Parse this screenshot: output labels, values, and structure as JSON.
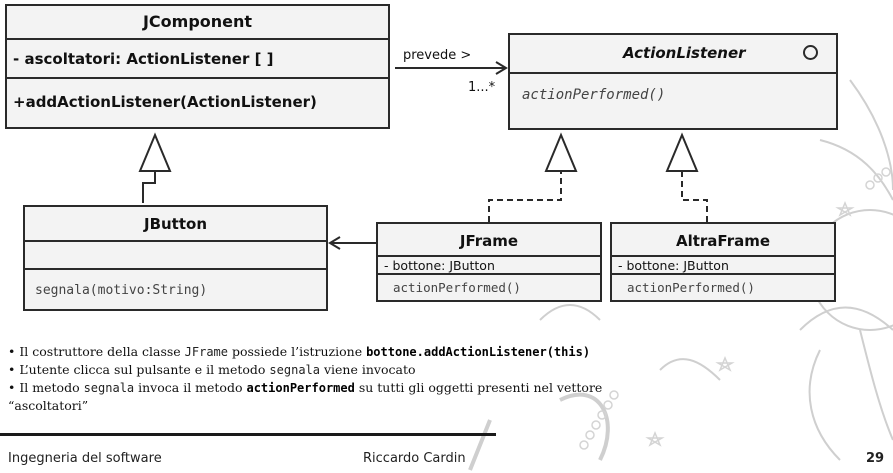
{
  "jcomponent": {
    "name": "JComponent",
    "attribute": "- ascoltatori: ActionListener [ ]",
    "method": "+addActionListener(ActionListener)"
  },
  "action_listener": {
    "name": "ActionListener",
    "method": "actionPerformed()"
  },
  "association": {
    "label": "prevede >",
    "multiplicity": "1...*"
  },
  "jbutton": {
    "name": "JButton",
    "method": "segnala(motivo:String)"
  },
  "jframe": {
    "name": "JFrame",
    "attribute": "- bottone: JButton",
    "method": "actionPerformed()"
  },
  "altraframe": {
    "name": "AltraFrame",
    "attribute": "- bottone: JButton",
    "method": "actionPerformed()"
  },
  "bullets": {
    "b1_pre": "Il costruttore della classe ",
    "b1_code": "JFrame",
    "b1_mid": " possiede l’istruzione ",
    "b1_bold": "bottone.addActionListener(this)",
    "b2_pre": "L’utente clicca sul pulsante e il metodo ",
    "b2_code": "segnala",
    "b2_post": " viene invocato",
    "b3_pre": "Il metodo ",
    "b3_code": "segnala",
    "b3_mid": " invoca il metodo ",
    "b3_bold": "actionPerformed",
    "b3_post": " su tutti gli oggetti presenti nel vettore",
    "b3_line2": "“ascoltatori”"
  },
  "footer": {
    "course": "Ingegneria del software",
    "author": "Riccardo Cardin",
    "page": "29"
  }
}
